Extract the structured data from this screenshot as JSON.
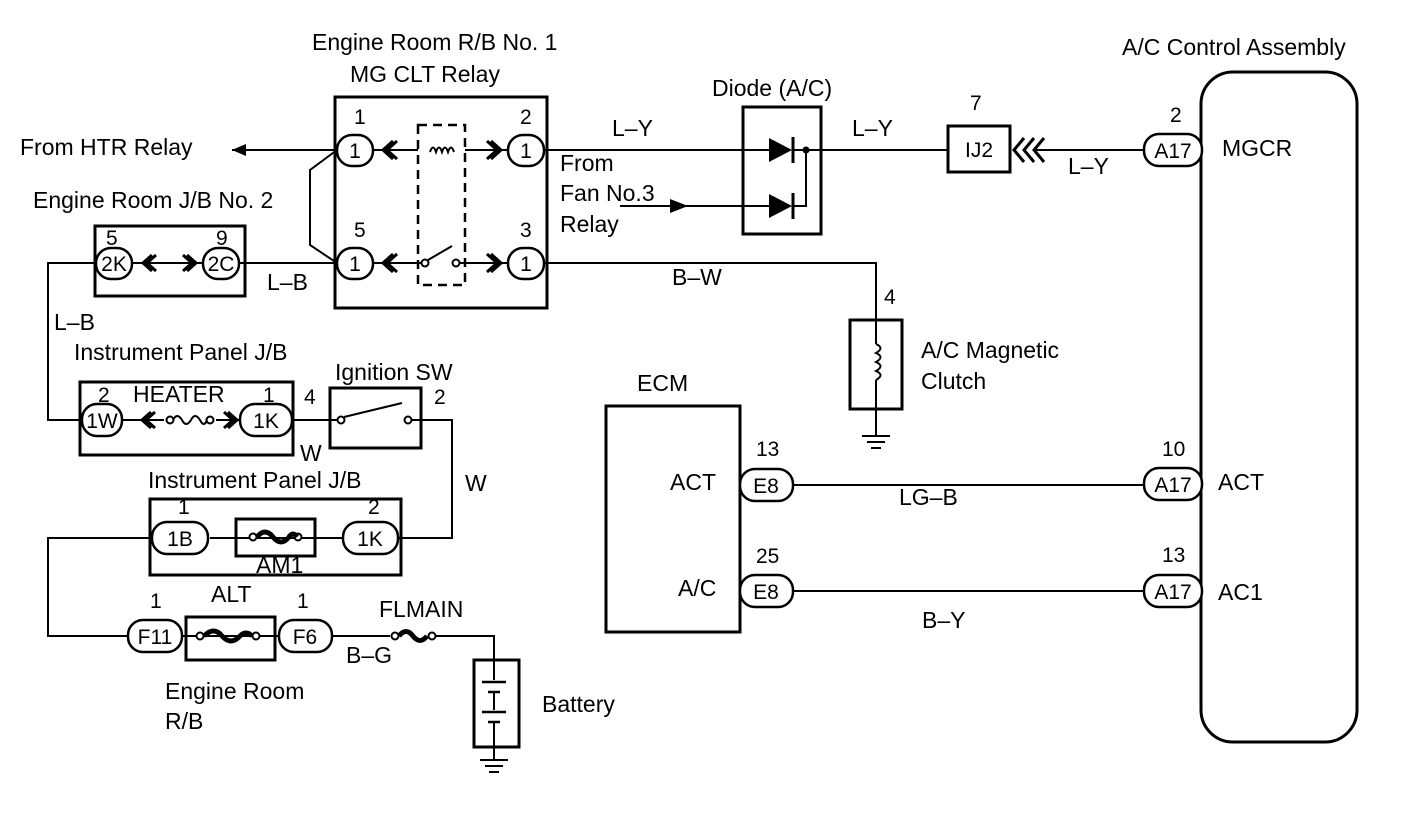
{
  "diagram": {
    "relay_box_title": "Engine Room R/B No. 1",
    "relay_name": "MG CLT Relay",
    "from_htr_relay": "From HTR Relay",
    "jb2_title": "Engine Room J/B No. 2",
    "from_fan_relay": [
      "From",
      "Fan No.3",
      "Relay"
    ],
    "diode_title": "Diode (A/C)",
    "ac_assembly_title": "A/C Control Assembly",
    "magnetic_clutch": [
      "A/C Magnetic",
      "Clutch"
    ],
    "ip_jb_title": "Instrument Panel J/B",
    "heater_fuse": "HEATER",
    "ignition_sw": "Ignition SW",
    "ip_jb_title_2": "Instrument Panel J/B",
    "am1_fuse": "AM1",
    "alt_fuse": "ALT",
    "fl_main": "FLMAIN",
    "engine_room_rb": [
      "Engine Room",
      "R/B"
    ],
    "battery": "Battery",
    "ecm_title": "ECM",
    "ecm_act": "ACT",
    "ecm_ac": "A/C",
    "assy_mgcr": "MGCR",
    "assy_act": "ACT",
    "assy_ac1": "AC1",
    "wires": {
      "ly_1": "L–Y",
      "ly_2": "L–Y",
      "ly_3": "L–Y",
      "lb_1": "L–B",
      "lb_2": "L–B",
      "bw": "B–W",
      "w_1": "W",
      "w_2": "W",
      "bg": "B–G",
      "lgb": "LG–B",
      "by": "B–Y"
    },
    "connectors": {
      "relay_1": "1",
      "relay_2": "1",
      "relay_3": "1",
      "relay_5": "1",
      "jb_2k": "2K",
      "jb_2c": "2C",
      "ip_1w": "1W",
      "ip_1k": "1K",
      "ip2_1b": "1B",
      "ip2_1k": "1K",
      "f11": "F11",
      "f6": "F6",
      "ij2": "IJ2",
      "a17_mgcr": "A17",
      "a17_act": "A17",
      "a17_ac1": "A17",
      "e8_act": "E8",
      "e8_ac": "E8"
    },
    "pins": {
      "relay_1": "1",
      "relay_2": "2",
      "relay_5": "5",
      "relay_3": "3",
      "jb_5": "5",
      "jb_9": "9",
      "ip_2": "2",
      "ip_1": "1",
      "ign_4": "4",
      "ign_2": "2",
      "ip2_1": "1",
      "ip2_2": "2",
      "alt_1a": "1",
      "alt_1b": "1",
      "ij2_7": "7",
      "clutch_4": "4",
      "mgcr_2": "2",
      "act_10": "10",
      "ac1_13": "13",
      "ecm_13": "13",
      "ecm_25": "25"
    }
  }
}
